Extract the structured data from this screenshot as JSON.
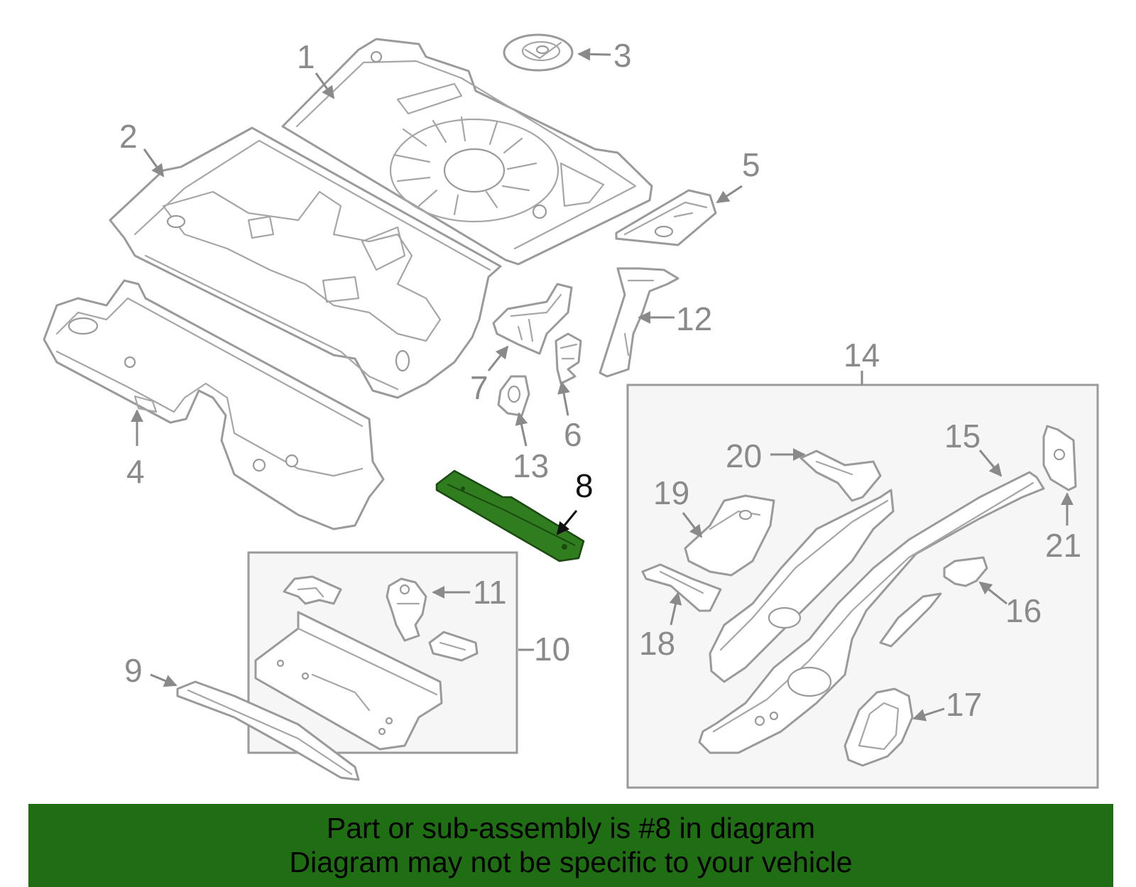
{
  "diagram": {
    "callouts": {
      "c1": "1",
      "c2": "2",
      "c3": "3",
      "c4": "4",
      "c5": "5",
      "c6": "6",
      "c7": "7",
      "c8": "8",
      "c9": "9",
      "c10": "10",
      "c11": "11",
      "c12": "12",
      "c13": "13",
      "c14": "14",
      "c15": "15",
      "c16": "16",
      "c17": "17",
      "c18": "18",
      "c19": "19",
      "c20": "20",
      "c21": "21"
    },
    "highlighted_part": "8",
    "highlight_color": "#2f7d1f"
  },
  "banner": {
    "line1": "Part or sub-assembly is #8 in diagram",
    "line2": "Diagram may not be specific to your vehicle",
    "background": "#1f6e13"
  }
}
